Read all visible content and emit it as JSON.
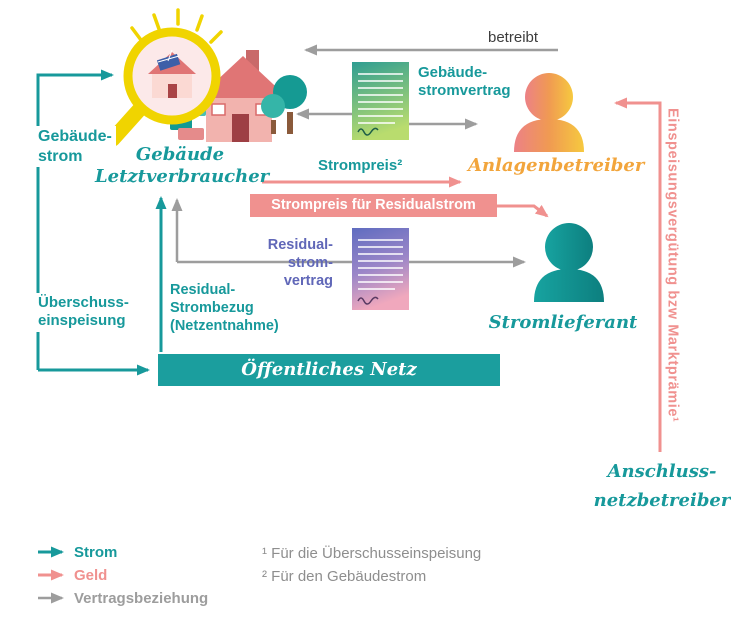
{
  "colors": {
    "teal": "#17999b",
    "pink": "#f0918f",
    "orange": "#f2a53c",
    "gray": "#9d9d9d",
    "purple": "#6067b8",
    "dark_text": "#3d3d3d",
    "footnote_gray": "#8e8e8e",
    "banner_teal": "#1b9e9e",
    "magnifier_yellow": "#f0d400"
  },
  "actors": {
    "consumer": {
      "line1": "Gebäude",
      "line2": "Letztverbraucher"
    },
    "plant_operator": {
      "label": "Anlagenbetreiber"
    },
    "supplier": {
      "label": "Stromlieferant"
    },
    "grid_operator": {
      "line1": "Anschluss-",
      "line2": "netzbetreiber"
    },
    "public_grid": {
      "label": "Öffentliches Netz"
    }
  },
  "labels": {
    "betreibt": "betreibt",
    "gebaeudestrom": {
      "line1": "Gebäude-",
      "line2": "strom"
    },
    "gebaeudestromvertrag": {
      "line1": "Gebäude-",
      "line2": "stromvertrag"
    },
    "strompreis": "Strompreis²",
    "strompreis_residualstrom": "Strompreis für Residualstrom",
    "residualstromvertrag": {
      "line1": "Residual-",
      "line2": "strom-",
      "line3": "vertrag"
    },
    "residual_strombezug": {
      "line1": "Residual-",
      "line2": "Strombezug",
      "line3": "(Netzentnahme)"
    },
    "ueberschusseinspeisung": {
      "line1": "Überschuss-",
      "line2": "einspeisung"
    },
    "einspeiseverguetung": "Einspeisungsvergütung bzw Marktprämie¹"
  },
  "legend": {
    "strom": "Strom",
    "geld": "Geld",
    "vertragsbeziehung": "Vertragsbeziehung"
  },
  "footnotes": {
    "note1": "¹ Für die Überschusseinspeisung",
    "note2": "² Für den Gebäudestrom"
  },
  "icons": {
    "magnifier-icon": "🔍",
    "house-icon": "🏠",
    "contract-document-icon": "📄",
    "person-icon": "👤"
  }
}
